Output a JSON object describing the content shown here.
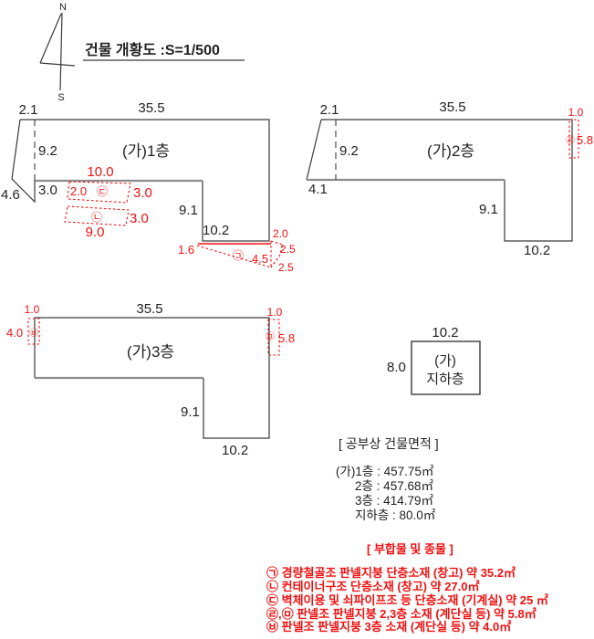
{
  "colors": {
    "line": "#3a3a3a",
    "red": "#ee1111",
    "gray_edge": "#8c8c8c"
  },
  "compass": {
    "north_label": "N",
    "south_label": "S"
  },
  "title": "건물 개황도 :S=1/500",
  "floor1": {
    "label": "(가)1층",
    "dim_top_left": "2.1",
    "dim_top": "35.5",
    "dim_left": "9.2",
    "dim_slant": "4.6",
    "dim_left_lower": "3.0",
    "dim_step": "9.1",
    "dim_bottom": "10.2",
    "annex_c": {
      "label": "㉢",
      "dim_top": "10.0",
      "dim_left": "2.0",
      "dim_right": "3.0"
    },
    "annex_b": {
      "label": "㉡",
      "dim_right": "3.0",
      "dim_bottom": "9.0"
    },
    "annex_a": {
      "label": "㉠",
      "dim_left": "1.6",
      "dim_ext": "2.0",
      "dim_right_upper": "2.5",
      "dim_height": "4.5",
      "dim_right_lower": "2.5"
    }
  },
  "floor2": {
    "label": "(가)2층",
    "dim_top_left": "2.1",
    "dim_top": "35.5",
    "dim_left": "9.2",
    "dim_slant": "4.1",
    "dim_step": "9.1",
    "dim_bottom": "10.2",
    "annex_d": {
      "label": "㉣",
      "dim_width": "1.0",
      "dim_height": "5.8"
    }
  },
  "floor3": {
    "label": "(가)3층",
    "dim_top": "35.5",
    "dim_step": "9.1",
    "dim_bottom": "10.2",
    "annex_f": {
      "label": "㉥",
      "dim_width": "1.0",
      "dim_height": "4.0"
    },
    "annex_e": {
      "label": "㉤",
      "dim_width": "1.0",
      "dim_height": "5.8"
    }
  },
  "basement": {
    "label_line1": "(가)",
    "label_line2": "지하층",
    "dim_top": "10.2",
    "dim_left": "8.0"
  },
  "areas": {
    "title": "[ 공부상 건물면적 ]",
    "lines": [
      "(가)1층 :  457.75㎡",
      "2층 : 457.68㎡",
      "3층 : 414.79㎡",
      "지하층 : 80.0㎡"
    ]
  },
  "appurtenances": {
    "title": "[ 부합물 및 종물 ]",
    "items": [
      "㉠ 경량철골조 판넬지붕 단층소재 (창고) 약 35.2㎡",
      "㉡ 컨테이너구조 단층소재 (창고) 약 27.0㎡",
      "㉢ 벽체이용 및 쇠파이프조 등 단층소재 (기계실) 약 25 ㎡",
      "㉣,㉤ 판넬조 판넬지붕 2,3층 소재 (계단실 등) 약 5.8㎡",
      "㉥ 판넬조 판넬지붕 3층 소재 (계단실 등) 약 4.0㎡"
    ]
  }
}
